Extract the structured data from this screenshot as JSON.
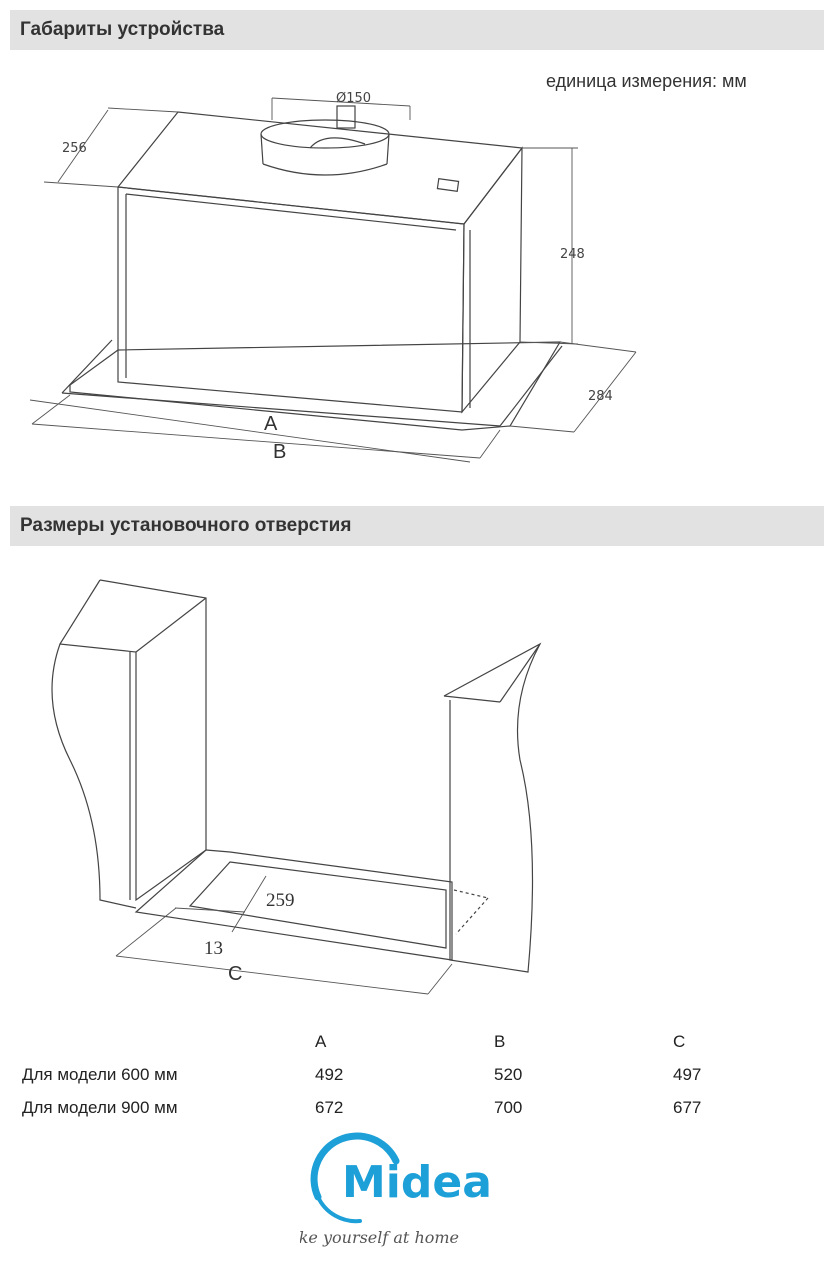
{
  "section1": {
    "title": "Габариты устройства",
    "unit_note": "единица измерения: мм"
  },
  "drawing1": {
    "dims": {
      "duct": "Ø150",
      "depth_top": "256",
      "height": "248",
      "depth_bottom": "284",
      "label_a": "A",
      "label_b": "B"
    }
  },
  "section2": {
    "title": "Размеры установочного отверстия"
  },
  "drawing2": {
    "dims": {
      "depth": "259",
      "offset": "13",
      "label_c": "C"
    }
  },
  "table": {
    "headers": [
      "A",
      "B",
      "C"
    ],
    "rows": [
      {
        "label": "Для модели 600 мм",
        "a": "492",
        "b": "520",
        "c": "497"
      },
      {
        "label": "Для модели 900 мм",
        "a": "672",
        "b": "700",
        "c": "677"
      }
    ]
  },
  "brand": {
    "name": "Midea",
    "tagline": "make yourself at home",
    "color": "#1d9fd8"
  }
}
